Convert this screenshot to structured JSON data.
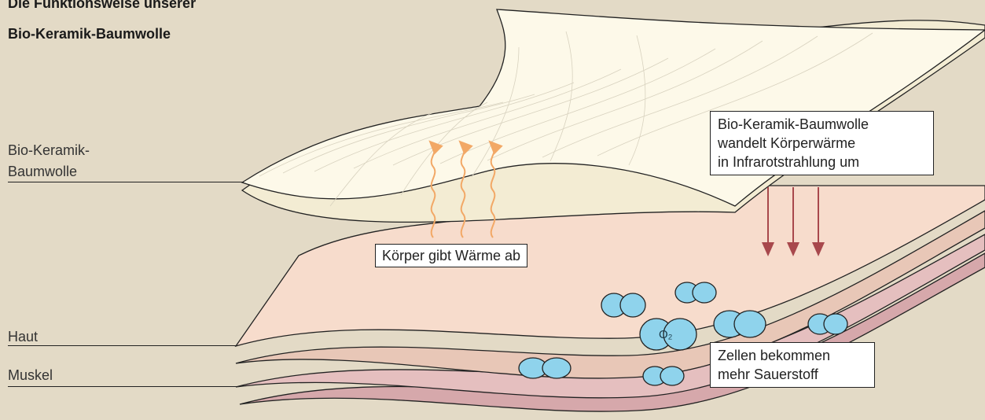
{
  "title": {
    "line1": "Die Funktionsweise unserer",
    "line2": "Bio-Keramik-Baumwolle"
  },
  "layers": {
    "fabric_line1": "Bio-Keramik-",
    "fabric_line2": "Baumwolle",
    "skin": "Haut",
    "muscle": "Muskel"
  },
  "callouts": {
    "body_heat": "Körper gibt Wärme ab",
    "bio_line1": "Bio-Keramik-Baumwolle",
    "bio_line2": "wandelt Körperwärme",
    "bio_line3": "in Infrarotstrahlung um",
    "cells_line1": "Zellen bekommen",
    "cells_line2": "mehr Sauerstoff"
  },
  "molecule_label": "O₂",
  "colors": {
    "background": "#e3dac6",
    "fabric": "#fdf9e9",
    "skin": "#f7dccc",
    "muscle": "#e5bfbf",
    "heat_arrows": "#f2a866",
    "infrared_arrows": "#a8484c",
    "oxygen": "#8fd3ec"
  },
  "icons": {
    "heat": "wavy-up-arrow",
    "infrared": "down-arrow",
    "oxygen": "oxygen-molecule"
  }
}
